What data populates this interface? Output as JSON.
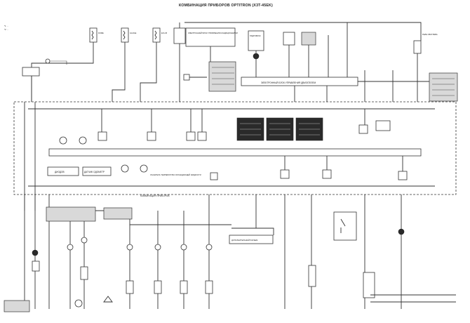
{
  "diagram": {
    "title": "КОМБИНАЦИЯ ПРИБОРОВ OPTITRON (X3T-45EK)",
    "subtitle_1": "*1: ...",
    "subtitle_2": "*2: ...",
    "labels": {
      "ecu_bar": "ЭЛЕКТРОННЫЙ БЛОК УПРАВЛЕНИЯ ДВИГАТЕЛЕМ",
      "instrument_cluster": "КОМБИНАЦИЯ ПРИБОРОВ",
      "diode": "ДИОДОВ",
      "lighting": "ДАТЧИК ОДОМЕТР",
      "temp_indicator": "УКАЗАТЕЛЬ ТЕМПЕРАТУРЫ ОХЛАЖДАЮЩЕЙ ЖИДКОСТИ",
      "top_box_1": "ЭЛЕКТРОННЫЙ БЛОК УПРАВЛЕНИЯ КОНДИЦИОНЕРОМ",
      "top_box_2": "ГИДРОБЛОК",
      "top_right": "РЕЛЕ ОБОГРЕВА",
      "bottom_center": "ДОПОЛНИТЕЛЬНЫЙ РАЗЪЕМ",
      "fuse_1": "GAUGE",
      "fuse_2": "DOME",
      "fuse_3": "ECU-B"
    }
  }
}
